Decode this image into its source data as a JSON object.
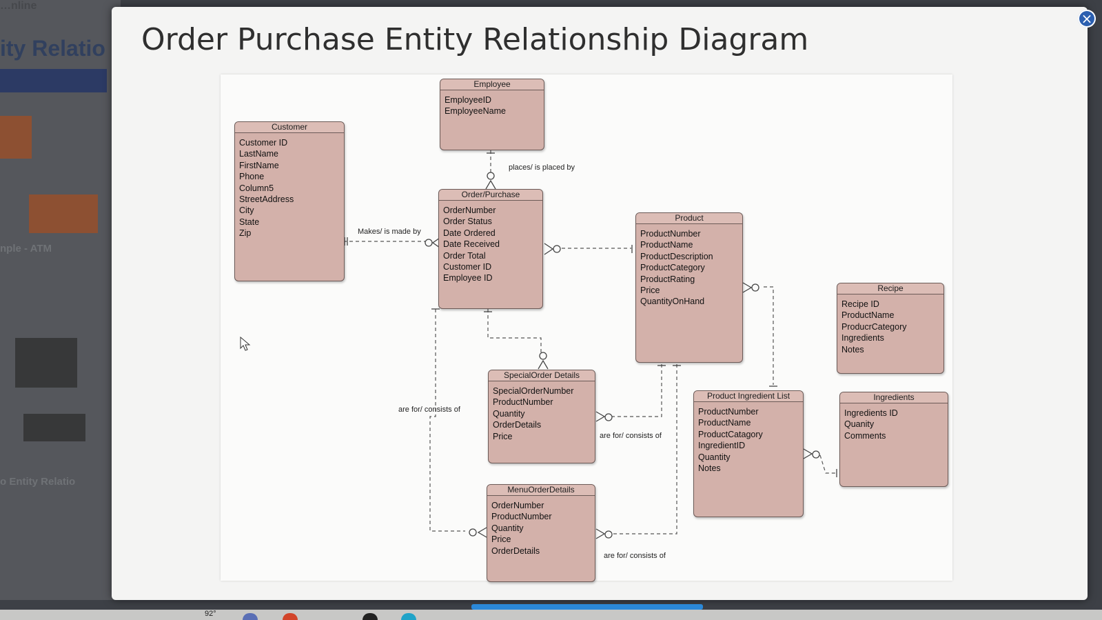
{
  "background": {
    "window_title_fragment": "…nline",
    "slide_title_fragment": "ity Relatio",
    "slide_label_1": "nple - ATM",
    "slide_label_2": "o Entity Relatio"
  },
  "title": "Order Purchase Entity Relationship Diagram",
  "close_icon": "×",
  "entities": {
    "employee": {
      "name": "Employee",
      "fields": [
        "EmployeeID",
        "EmployeeName"
      ]
    },
    "customer": {
      "name": "Customer",
      "fields": [
        "Customer ID",
        "LastName",
        "FirstName",
        "Phone",
        "Column5",
        "StreetAddress",
        "City",
        "State",
        "Zip"
      ]
    },
    "order_purchase": {
      "name": "Order/Purchase",
      "fields": [
        "OrderNumber",
        "Order Status",
        "Date Ordered",
        "Date Received",
        "Order Total",
        "Customer ID",
        "Employee ID"
      ]
    },
    "product": {
      "name": "Product",
      "fields": [
        "ProductNumber",
        "ProductName",
        "ProductDescription",
        "ProductCategory",
        "ProductRating",
        "Price",
        "QuantityOnHand"
      ]
    },
    "recipe": {
      "name": "Recipe",
      "fields": [
        "Recipe ID",
        "ProductName",
        "ProducrCategory",
        "Ingredients",
        "Notes"
      ]
    },
    "special_order_details": {
      "name": "SpecialOrder Details",
      "fields": [
        "SpecialOrderNumber",
        "ProductNumber",
        "Quantity",
        "OrderDetails",
        "Price"
      ]
    },
    "product_ingredient_list": {
      "name": "Product Ingredient List",
      "fields": [
        "ProductNumber",
        "ProductName",
        "ProductCatagory",
        "IngredientID",
        "Quantity",
        "Notes"
      ]
    },
    "ingredients": {
      "name": "Ingredients",
      "fields": [
        "Ingredients ID",
        "Quanity",
        "Comments"
      ]
    },
    "menu_order_details": {
      "name": "MenuOrderDetails",
      "fields": [
        "OrderNumber",
        "ProductNumber",
        "Quantity",
        "Price",
        "OrderDetails"
      ]
    }
  },
  "relationships": {
    "places": "places/ is placed by",
    "makes": "Makes/ is made by",
    "special_consists": "are for/ consists of",
    "menu_consists_left": "are for/ consists of",
    "menu_consists_right": "are for/ consists of"
  },
  "taskbar": {
    "temperature": "92°"
  }
}
